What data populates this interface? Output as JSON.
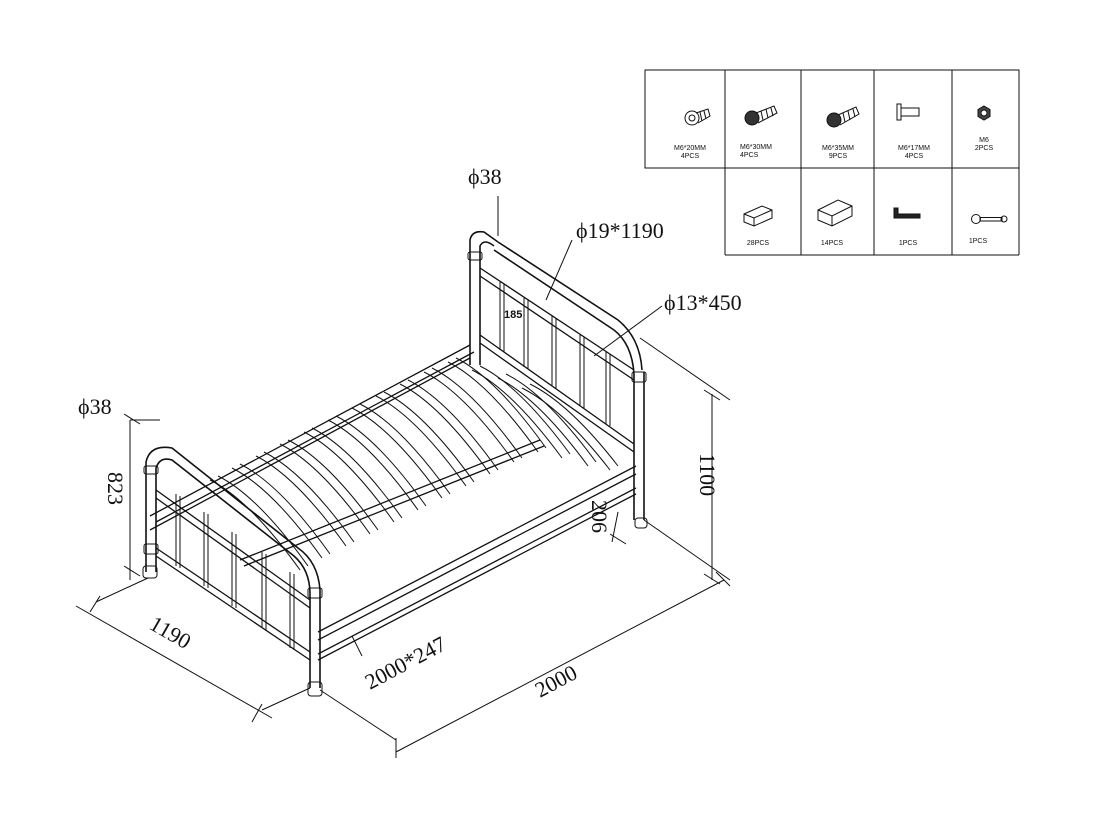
{
  "dimensions": {
    "head_post_dia": "ϕ38",
    "foot_post_dia": "ϕ38",
    "head_rail": "ϕ19*1190",
    "head_spindle": "ϕ13*450",
    "label_185": "185",
    "height_1100": "1100",
    "foot_height_823": "823",
    "clearance_206": "206",
    "width_1190": "1190",
    "length_2000": "2000",
    "slat": "2000*247"
  },
  "hardware": [
    {
      "icon": "bolt-icon",
      "line1": "M6*20MM",
      "line2": "4PCS"
    },
    {
      "icon": "bolt-icon",
      "line1": "M6*30MM",
      "line2": "4PCS"
    },
    {
      "icon": "bolt-icon",
      "line1": "M6*35MM",
      "line2": "9PCS"
    },
    {
      "icon": "barrel-nut-icon",
      "line1": "M6*17MM",
      "line2": "4PCS"
    },
    {
      "icon": "hex-nut-icon",
      "line1": "M6",
      "line2": "2PCS"
    },
    {
      "icon": "slat-cap-small-icon",
      "line1": "28PCS",
      "line2": ""
    },
    {
      "icon": "slat-cap-large-icon",
      "line1": "14PCS",
      "line2": ""
    },
    {
      "icon": "allen-key-icon",
      "line1": "1PCS",
      "line2": ""
    },
    {
      "icon": "wrench-icon",
      "line1": "1PCS",
      "line2": ""
    }
  ]
}
